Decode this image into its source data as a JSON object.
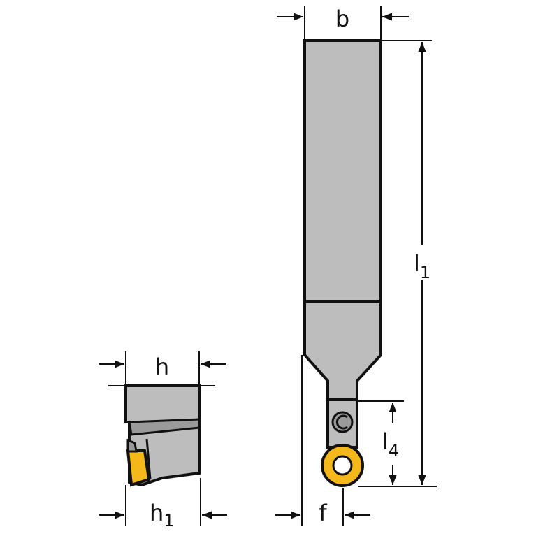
{
  "labels": {
    "b": "b",
    "l1": "l",
    "l1_sub": "1",
    "l4": "l",
    "l4_sub": "4",
    "f": "f",
    "h": "h",
    "h1": "h",
    "h1_sub": "1"
  },
  "colors": {
    "body": "#bdbdbd",
    "outline": "#111111",
    "insert": "#f5b81b",
    "background": "#ffffff"
  }
}
